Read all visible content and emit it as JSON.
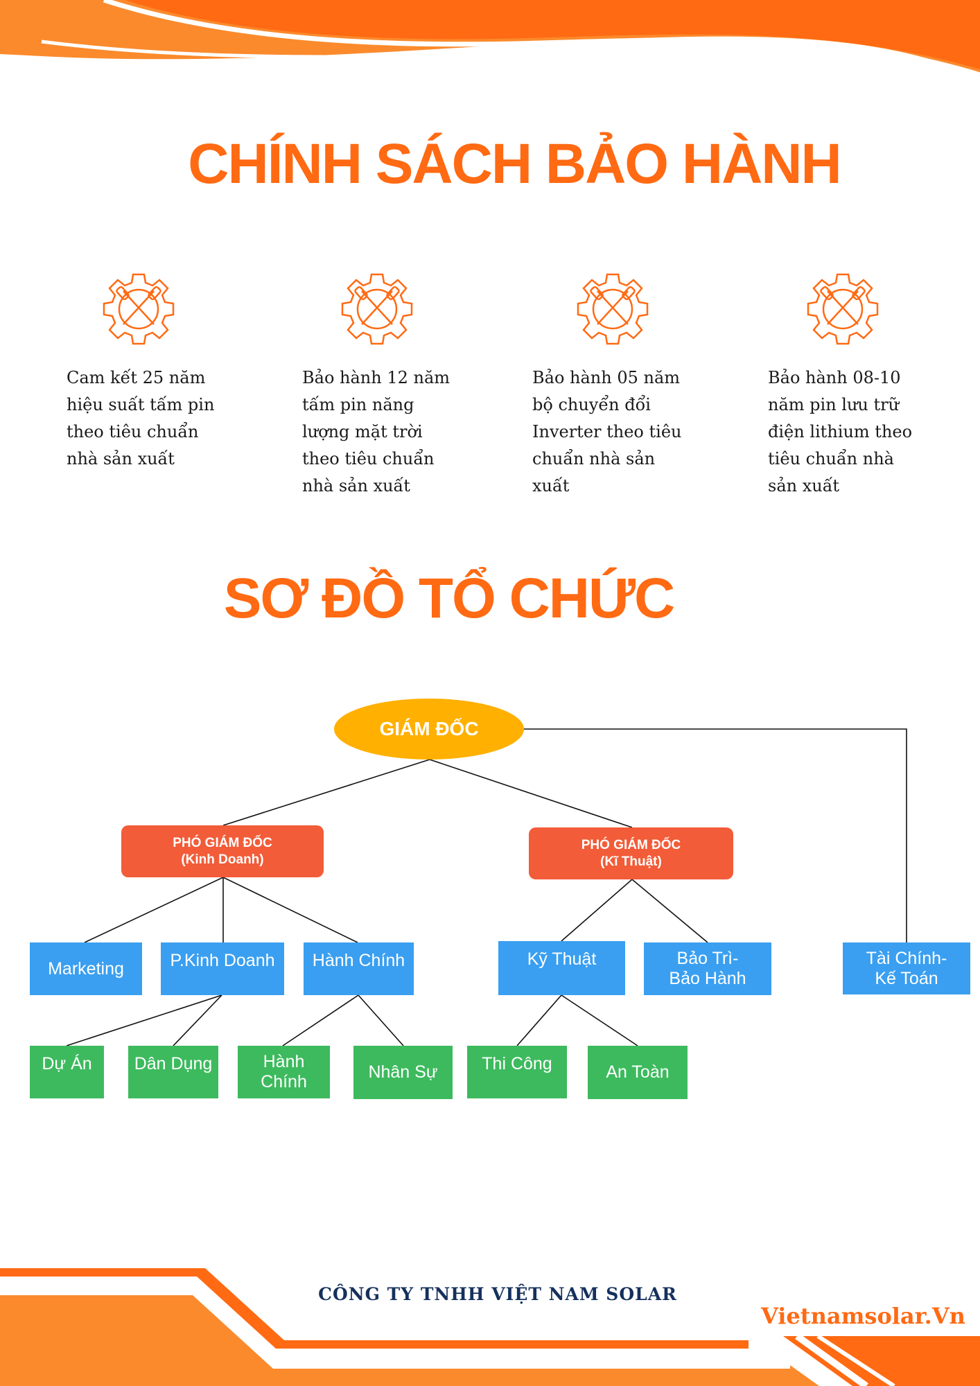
{
  "colors": {
    "accent": "#ff6a13",
    "ceo": "#ffb000",
    "deputy": "#f25c38",
    "department": "#3a9ff0",
    "team": "#3dba5e",
    "footer_text": "#15305c"
  },
  "warranty": {
    "title": "CHÍNH SÁCH BẢO HÀNH",
    "icon": "gear-tools-icon",
    "items": [
      {
        "text": "Cam kết 25 năm hiệu suất tấm pin theo tiêu chuẩn nhà sản xuất"
      },
      {
        "text": "Bảo hành 12 năm tấm pin năng lượng mặt trời theo tiêu chuẩn nhà sản xuất"
      },
      {
        "text": "Bảo hành 05 năm bộ chuyển đổi Inverter theo tiêu chuẩn nhà sản xuất"
      },
      {
        "text": "Bảo hành 08-10 năm pin lưu trữ điện lithium theo tiêu chuẩn nhà sản xuất"
      }
    ]
  },
  "org_chart": {
    "title": "SƠ ĐỒ TỔ CHỨC",
    "ceo": "GIÁM ĐỐC",
    "deputy_business": "PHÓ GIÁM ĐỐC\n(Kinh Doanh)",
    "deputy_technical": "PHÓ GIÁM ĐỐC\n(Kĩ Thuật)",
    "departments": {
      "marketing": "Marketing",
      "sales": "P.Kinh Doanh",
      "administration": "Hành Chính",
      "technical": "Kỹ Thuật",
      "maintenance": "Bảo Trì-\nBảo Hành",
      "finance": "Tài Chính-\nKế Toán"
    },
    "teams": {
      "projects": "Dự Án",
      "residential": "Dân Dụng",
      "admin": "Hành\nChính",
      "hr": "Nhân Sự",
      "construction": "Thi Công",
      "safety": "An Toàn"
    }
  },
  "footer": {
    "company_name": "CÔNG TY TNHH VIỆT NAM SOLAR",
    "website": "Vietnamsolar.Vn"
  }
}
